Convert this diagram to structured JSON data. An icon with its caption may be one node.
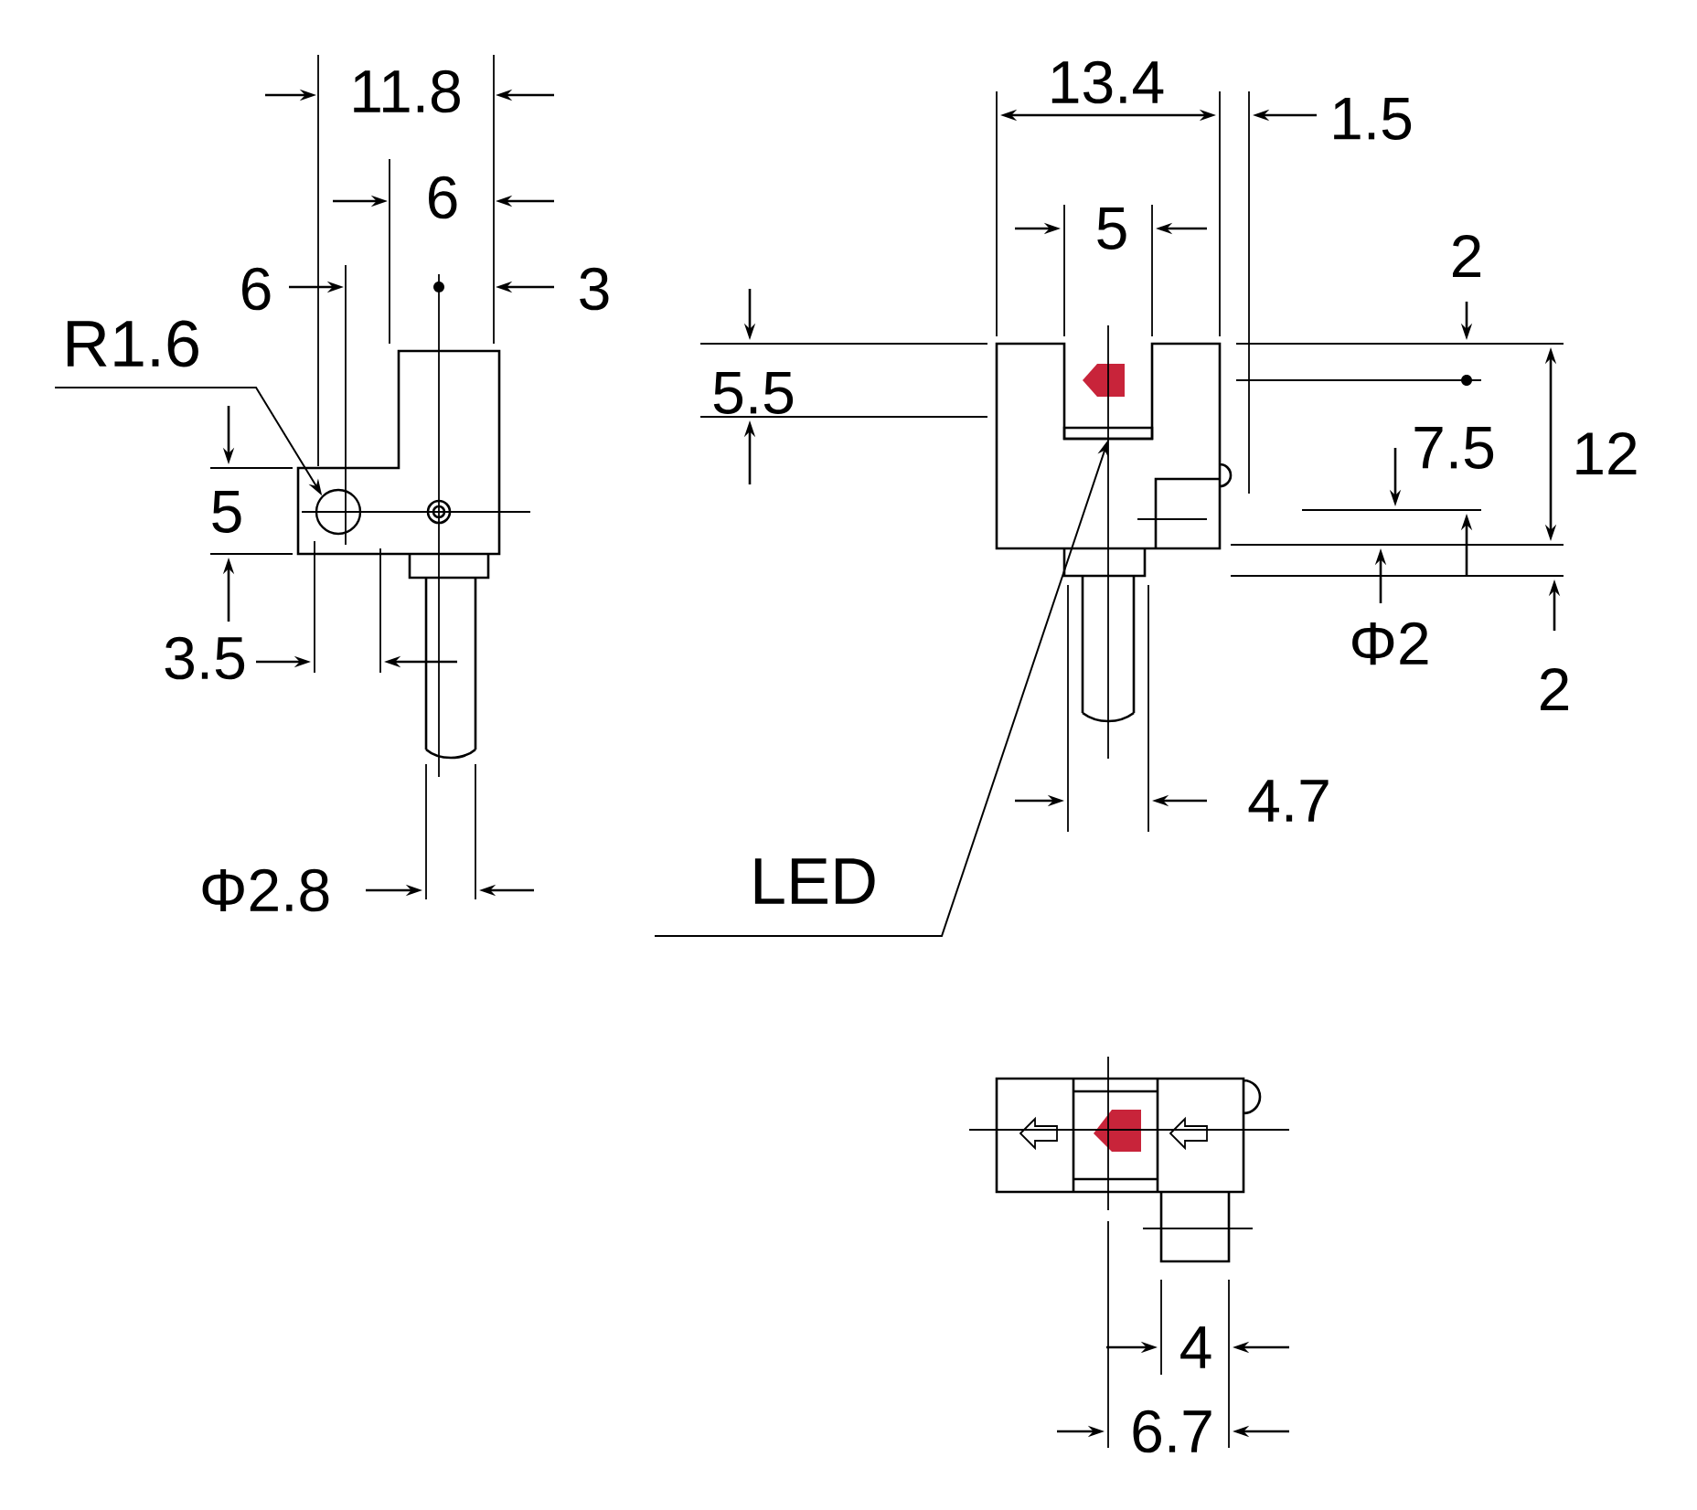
{
  "diagram": {
    "nodes": [
      {
        "text": [
          "R1.6"
        ]
      },
      {
        "text": [],
        "shape": "circle"
      },
      {
        "text": [
          "LED"
        ]
      },
      {
        "text": [],
        "shape": "box"
      }
    ],
    "edges": [
      {
        "from": 0,
        "to": 1,
        "arrow": "to"
      },
      {
        "from": 2,
        "to": 3,
        "arrow": "to"
      }
    ],
    "labels": [
      "11.8",
      "6",
      "6",
      "3",
      "5",
      "3.5",
      "Φ2.8",
      "13.4",
      "1.5",
      "5",
      "2",
      "5.5",
      "7.5",
      "12",
      "Φ2",
      "2",
      "4.7",
      "4",
      "6.7"
    ]
  }
}
